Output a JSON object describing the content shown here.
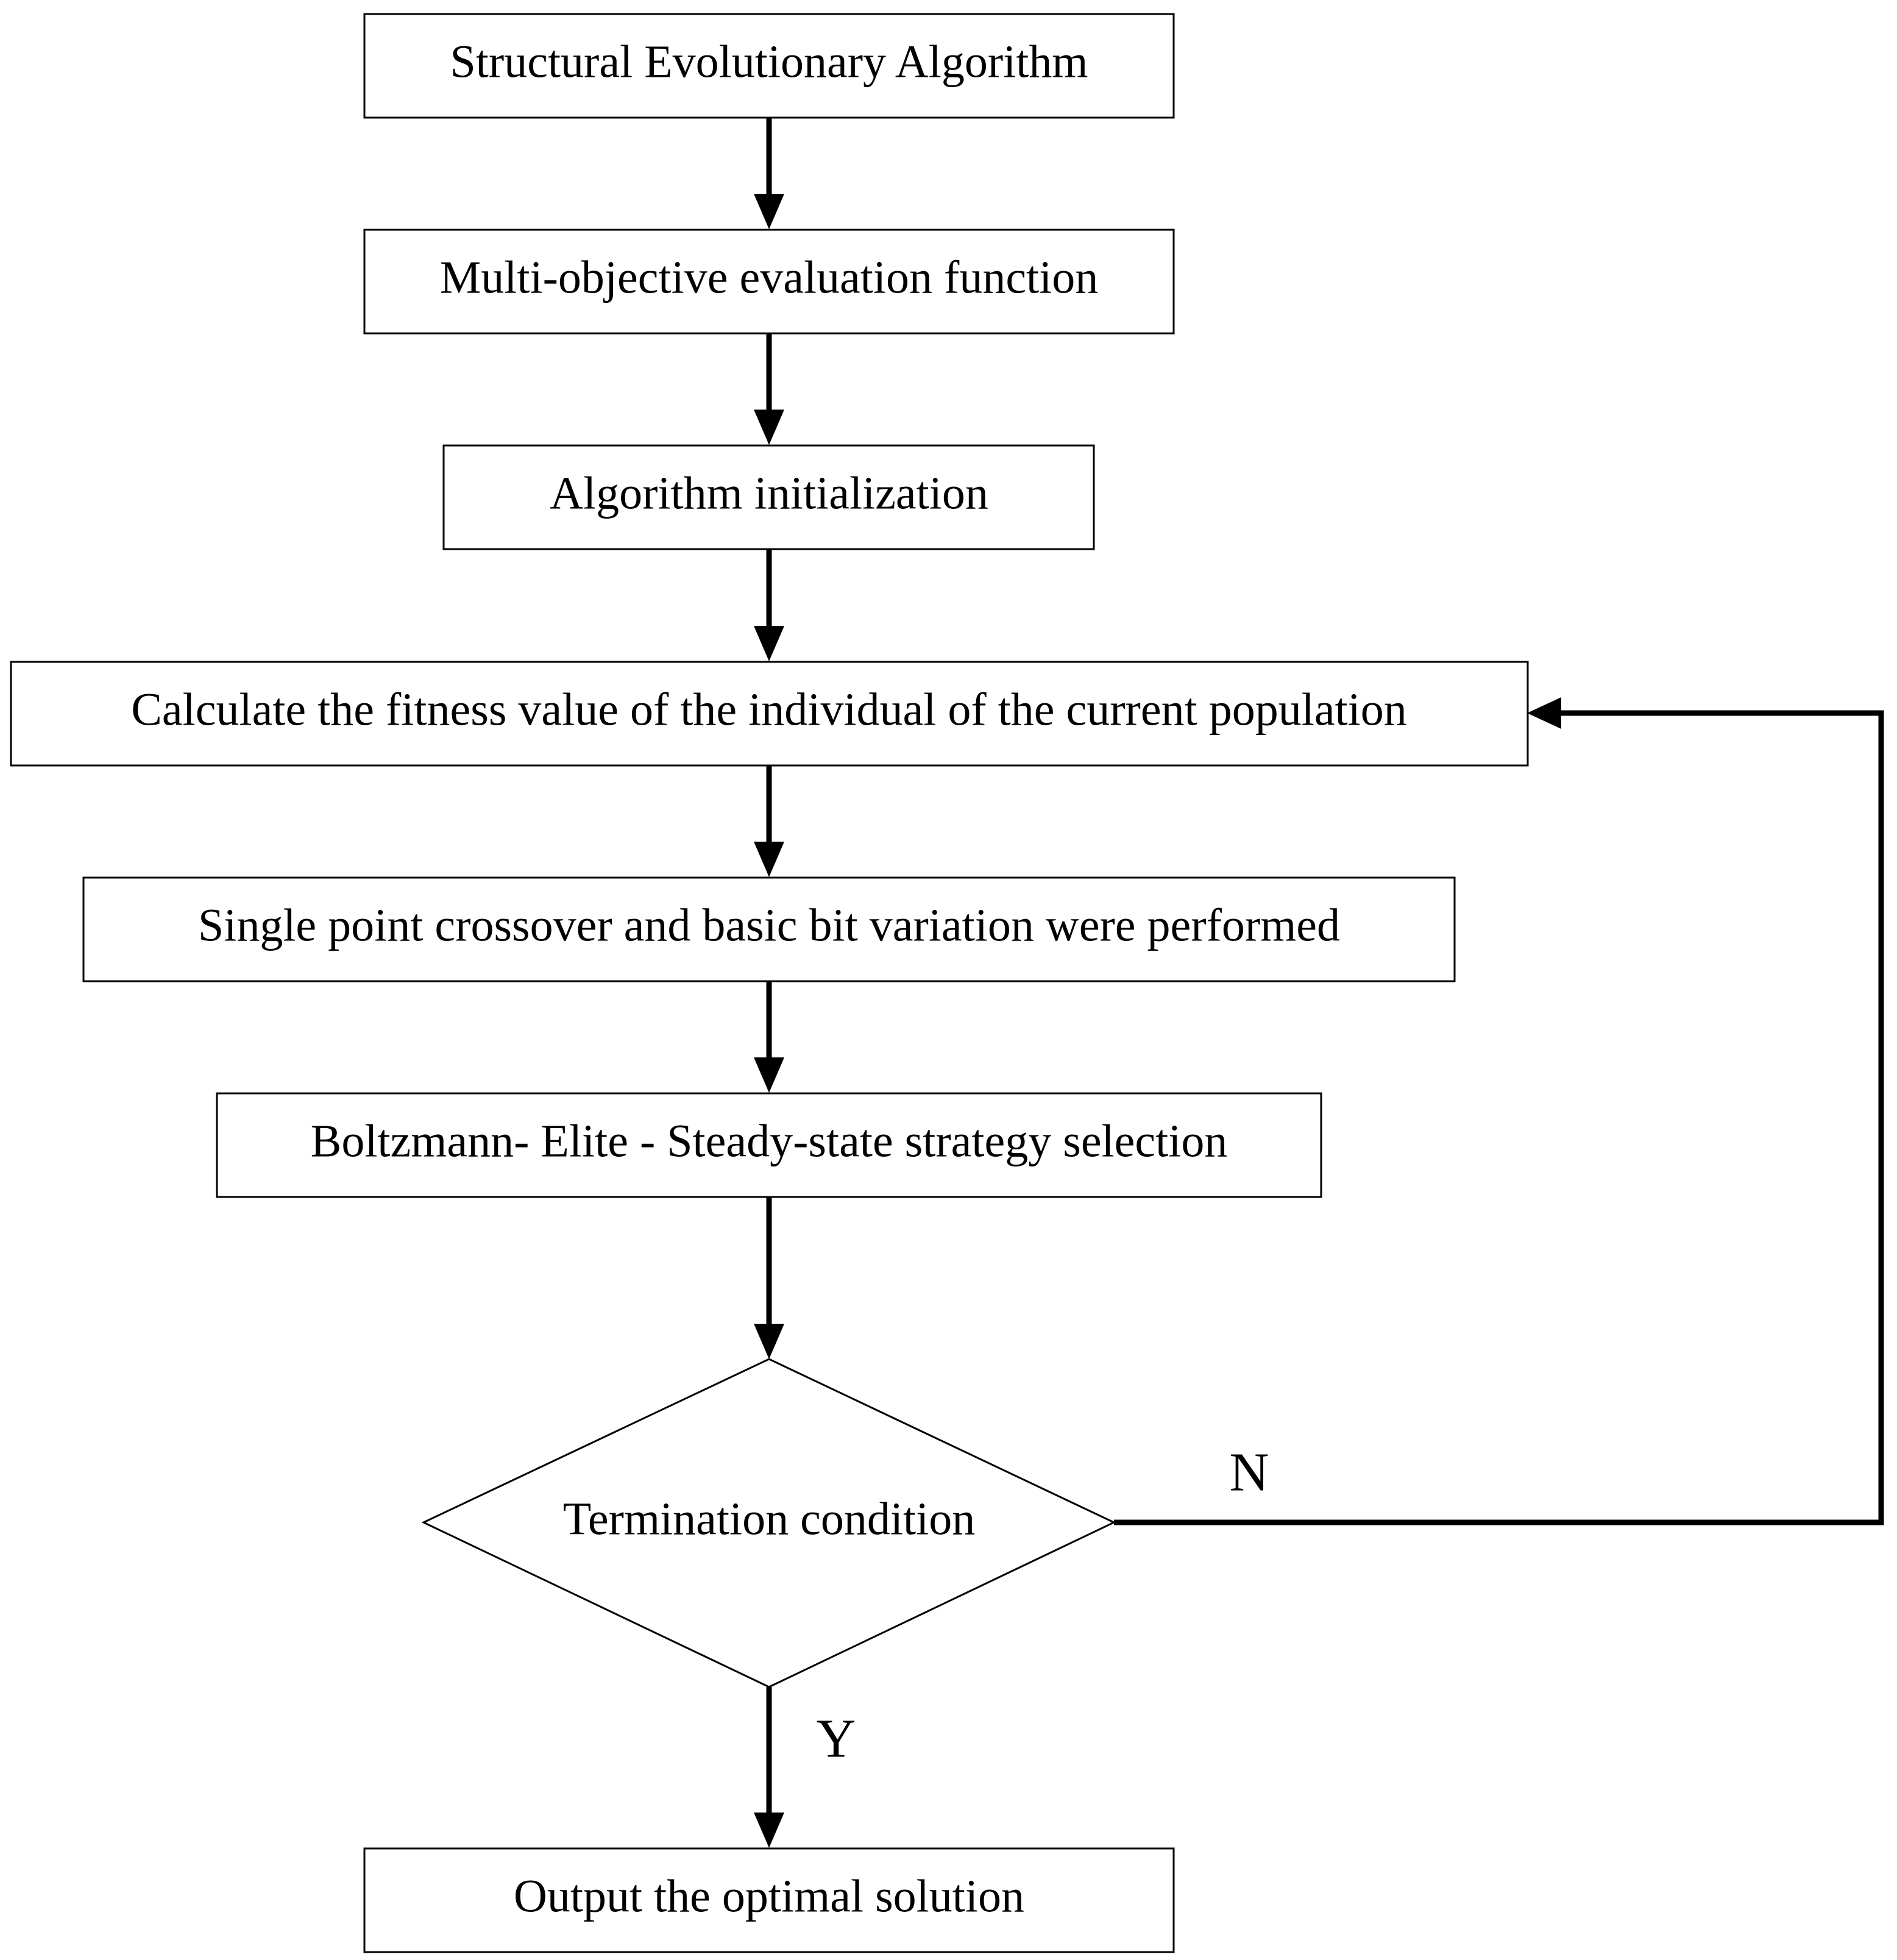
{
  "colors": {
    "background": "#ffffff",
    "stroke": "#000000",
    "text": "#000000"
  },
  "nodes": {
    "start": {
      "label": "Structural Evolutionary Algorithm"
    },
    "evaluation": {
      "label": "Multi-objective evaluation function"
    },
    "init": {
      "label": "Algorithm initialization"
    },
    "fitness": {
      "label": "Calculate the fitness value of the individual of the current population"
    },
    "crossover": {
      "label": "Single point crossover and basic bit variation were performed"
    },
    "selection": {
      "label": "Boltzmann- Elite - Steady-state strategy selection"
    },
    "decision": {
      "label": "Termination condition"
    },
    "output": {
      "label": "Output the optimal solution"
    }
  },
  "edges": {
    "yes_label": "Y",
    "no_label": "N"
  }
}
